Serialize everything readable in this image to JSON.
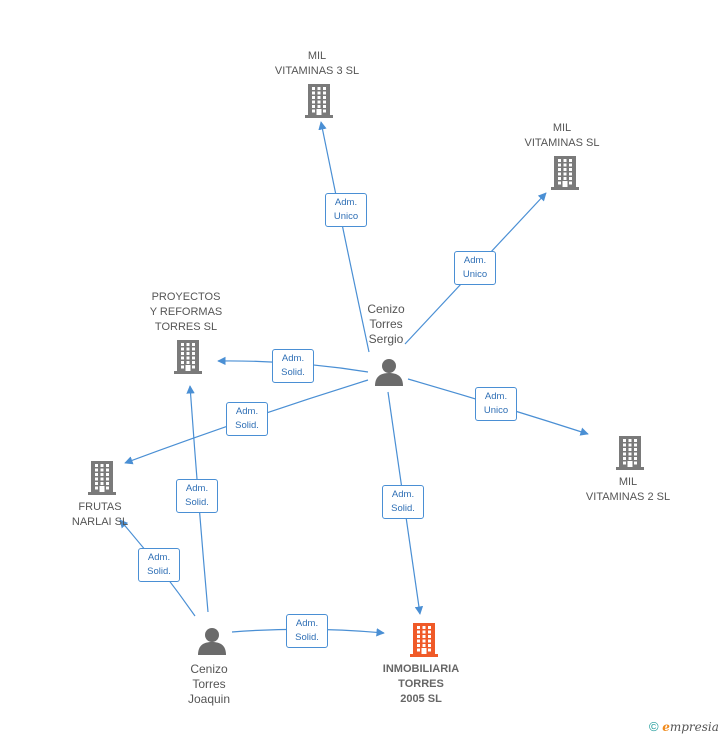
{
  "nodes": [
    {
      "id": "mil3",
      "type": "company",
      "label": "MIL\nVITAMINAS 3 SL",
      "highlight": false
    },
    {
      "id": "milsl",
      "type": "company",
      "label": "MIL\nVITAMINAS SL",
      "highlight": false
    },
    {
      "id": "proyectos",
      "type": "company",
      "label": "PROYECTOS\nY REFORMAS\nTORRES  SL",
      "highlight": false
    },
    {
      "id": "frutas",
      "type": "company",
      "label": "FRUTAS\nNARLAI SL",
      "highlight": false
    },
    {
      "id": "mil2",
      "type": "company",
      "label": "MIL\nVITAMINAS 2 SL",
      "highlight": false
    },
    {
      "id": "inmobiliaria",
      "type": "company",
      "label": "INMOBILIARIA\nTORRES\n2005 SL",
      "highlight": true
    },
    {
      "id": "sergio",
      "type": "person",
      "label": "Cenizo\nTorres\nSergio",
      "highlight": false
    },
    {
      "id": "joaquin",
      "type": "person",
      "label": "Cenizo\nTorres\nJoaquin",
      "highlight": false
    }
  ],
  "edges": [
    {
      "from": "sergio",
      "to": "mil3",
      "label": "Adm.\nUnico"
    },
    {
      "from": "sergio",
      "to": "milsl",
      "label": "Adm.\nUnico"
    },
    {
      "from": "sergio",
      "to": "proyectos",
      "label": "Adm.\nSolid."
    },
    {
      "from": "sergio",
      "to": "frutas",
      "label": "Adm.\nSolid."
    },
    {
      "from": "sergio",
      "to": "mil2",
      "label": "Adm.\nUnico"
    },
    {
      "from": "sergio",
      "to": "inmobiliaria",
      "label": "Adm.\nSolid."
    },
    {
      "from": "joaquin",
      "to": "proyectos",
      "label": "Adm.\nSolid."
    },
    {
      "from": "joaquin",
      "to": "frutas",
      "label": "Adm.\nSolid."
    },
    {
      "from": "joaquin",
      "to": "inmobiliaria",
      "label": "Adm.\nSolid."
    }
  ],
  "footer": {
    "copyright": "©",
    "brand_initial": "e",
    "brand_rest": "mpresia"
  },
  "colors": {
    "edge": "#4a8fd4",
    "company": "#7a7a7a",
    "highlight": "#f05a28",
    "person": "#6b6b6b"
  }
}
